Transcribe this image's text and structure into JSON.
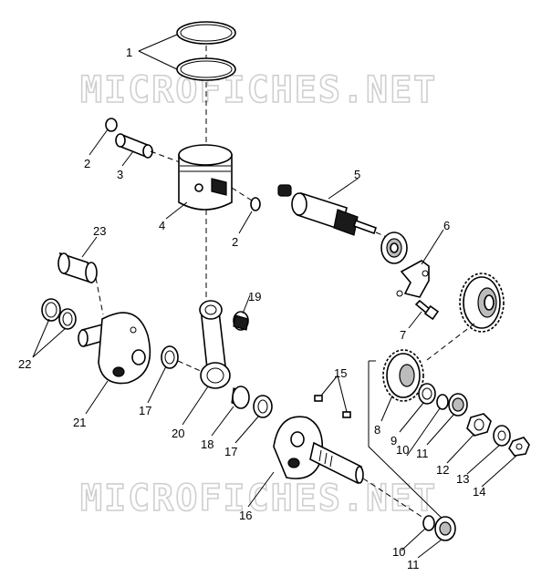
{
  "watermark": {
    "text": "MICROFICHES.NET"
  },
  "callouts": [
    "1",
    "2",
    "3",
    "2",
    "4",
    "5",
    "6",
    "7",
    "23",
    "22",
    "19",
    "21",
    "17",
    "20",
    "18",
    "17",
    "15",
    "16",
    "8",
    "9",
    "10",
    "11",
    "12",
    "13",
    "14",
    "10",
    "11"
  ]
}
